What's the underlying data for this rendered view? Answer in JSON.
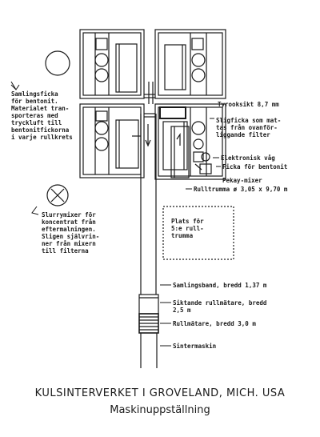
{
  "labels": {
    "samlingsficka": "Samlingsficka\nför bentonit.\nMaterialet tran-\nsporteras med\ntryckluft till\nbentonitfickorna\ni varje rullkrets",
    "tyrooksikt": "Tyrooksikt 8,7 mm",
    "sligficka": "Sligficka som mat-\ntas från ovanför-\nliggande filter",
    "elektronisk_vag": "Elektronisk våg",
    "ficka_bentonit": "Ficka för bentonit",
    "pekay_mixer": "Pekay-mixer",
    "rulltrumma": "Rulltrumma ø 3,05 x 9,70 m",
    "slurrymixer": "Slurrymixer för\nkoncentrat från\neftermalningen.\nSligen självrin-\nner från mixern\ntill filterna",
    "plats": "Plats för\n5:e rull-\ntrumma",
    "samlingsband": "Samlingsband, bredd 1,37 m",
    "siktande": "Siktande rullmätare, bredd\n2,5 m",
    "rullmatare": "Rullmätare, bredd 3,0 m",
    "sintermaskin": "Sintermaskin"
  },
  "title": {
    "main": "KULSINTERVERKET I GROVELAND, MICH. USA",
    "sub": "Maskinuppställning"
  }
}
